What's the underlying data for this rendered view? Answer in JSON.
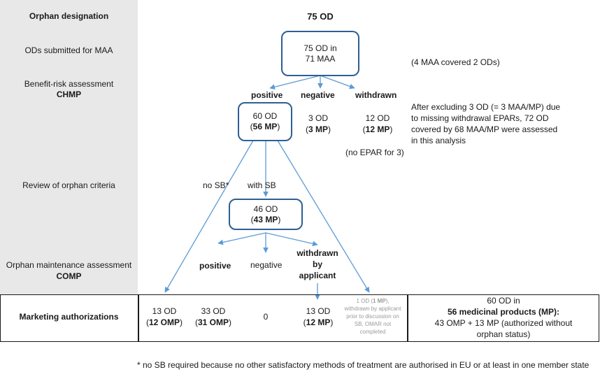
{
  "sidebar": {
    "orphan_designation": "Orphan designation",
    "ods_submitted": "ODs submitted for MAA",
    "benefit_risk": "Benefit-risk assessment",
    "chmp": "CHMP",
    "review_orphan": "Review of orphan criteria",
    "orphan_maintenance": "Orphan maintenance assessment",
    "comp": "COMP",
    "marketing_auth": "Marketing authorizations"
  },
  "top": {
    "total_od": "75 OD",
    "box_line1": "75 OD in",
    "box_line2": "71 MAA",
    "note_maa": "(4 MAA covered 2 ODs)"
  },
  "chmp_outcomes": {
    "positive_label": "positive",
    "negative_label": "negative",
    "withdrawn_label": "withdrawn",
    "positive_od": "60 OD",
    "positive_mp": "56 MP",
    "negative_od": "3 OD",
    "negative_mp": "3 MP",
    "withdrawn_od": "12 OD",
    "withdrawn_mp": "12 MP",
    "no_epar": "(no EPAR for 3)",
    "exclusion_note_1": "After excluding 3 OD (= 3 MAA/MP) due",
    "exclusion_note_2": "to missing withdrawal EPARs, 72 OD",
    "exclusion_note_3": "covered by 68 MAA/MP were assessed",
    "exclusion_note_4": "in this analysis"
  },
  "review": {
    "no_sb": "no SB*",
    "with_sb": "with  SB",
    "box_od": "46 OD",
    "box_mp": "43 MP"
  },
  "comp_outcomes": {
    "positive": "positive",
    "negative": "negative",
    "withdrawn_1": "withdrawn",
    "withdrawn_2": "by",
    "withdrawn_3": "applicant"
  },
  "marketing": {
    "col1_od": "13 OD",
    "col1_omp": "12 OMP",
    "col2_od": "33 OD",
    "col2_omp": "31 OMP",
    "col3": "0",
    "col4_od": "13 OD",
    "col4_mp": "12 MP",
    "col5_pre": "1 OD (",
    "col5_mp": "1 MP",
    "col5_post": "),",
    "col5_rest": "withdrawn by applicant prior to discussion on SB, OMAR not completed",
    "summary_1": "60 OD in",
    "summary_2": "56 medicinal products (MP):",
    "summary_3": "43 OMP + 13 MP (authorized without",
    "summary_4": "orphan status)"
  },
  "footnote": "* no SB required because no other satisfactory methods of treatment are authorised in EU or at least in one member state",
  "colors": {
    "box_border": "#2e5f93",
    "arrow": "#5b9bd5",
    "sidebar": "#e8e8e8"
  }
}
